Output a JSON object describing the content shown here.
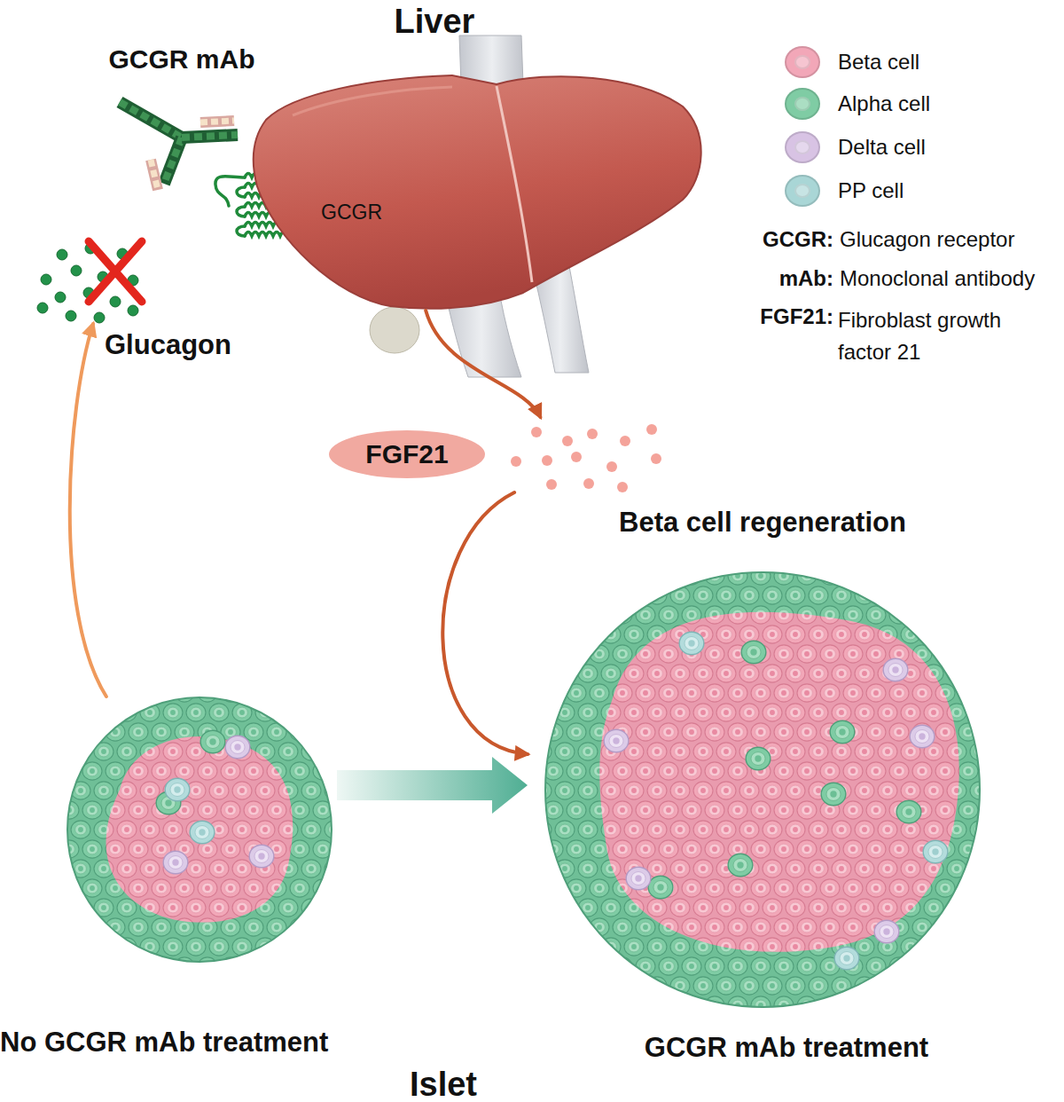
{
  "diagram": {
    "nodes": [
      {
        "text": [
          "Liver"
        ]
      },
      {
        "text": [
          "GCGR mAb"
        ]
      },
      {
        "text": [
          "Glucagon"
        ]
      },
      {
        "text": [
          "FGF21"
        ]
      },
      {
        "text": [
          "No GCGR mAb treatment"
        ]
      },
      {
        "text": [
          "GCGR mAb treatment"
        ]
      }
    ],
    "edges": [
      {
        "from": 4,
        "to": 2,
        "arrow": "to"
      },
      {
        "from": 0,
        "to": 3,
        "arrow": "to"
      },
      {
        "from": 3,
        "to": 5,
        "arrow": "to"
      },
      {
        "from": 4,
        "to": 5,
        "arrow": "to"
      }
    ],
    "labels": [
      "GCGR",
      "Beta cell regeneration",
      "GCGR:",
      "Glucagon receptor",
      "mAb:",
      "Monoclonal antibody",
      "FGF21:",
      "Fibroblast growth factor 21",
      "Islet"
    ],
    "legend": [
      {
        "text": "Beta cell",
        "color": "#f2a7b8"
      },
      {
        "text": "Alpha cell",
        "color": "#7fcca4"
      },
      {
        "text": "Delta cell",
        "color": "#d8c3e4"
      },
      {
        "text": "PP cell",
        "color": "#a9d6d6"
      }
    ]
  }
}
